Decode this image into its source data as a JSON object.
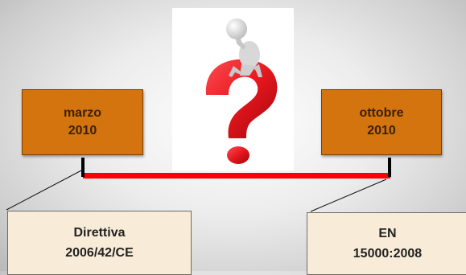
{
  "timeline": {
    "start": {
      "line1": "marzo",
      "line2": "2010"
    },
    "end": {
      "line1": "ottobre",
      "line2": "2010"
    }
  },
  "documents": {
    "left": {
      "line1": "Direttiva",
      "line2": "2006/42/CE"
    },
    "right": {
      "line1": "EN",
      "line2": "15000:2008"
    }
  },
  "illustration": {
    "icon": "thinking-figure-on-question-mark-icon"
  },
  "colors": {
    "date_box": "#d3740f",
    "doc_box": "#f8ecd8",
    "timeline_bar": "#ff0000",
    "question_mark": "#e0141b"
  }
}
